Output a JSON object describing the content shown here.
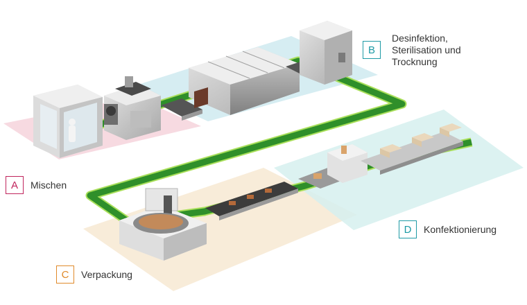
{
  "zones": {
    "a": {
      "letter": "A",
      "label": "Mischen"
    },
    "b": {
      "letter": "B",
      "line1": "Desinfektion,",
      "line2": "Sterilisation und",
      "line3": "Trocknung"
    },
    "c": {
      "letter": "C",
      "label": "Verpackung"
    },
    "d": {
      "letter": "D",
      "label": "Konfektionierung"
    }
  },
  "colors": {
    "zone_a": "#f6d3dc",
    "zone_b": "#cfeaf0",
    "zone_c": "#f7ead5",
    "zone_d": "#d6f0ef",
    "path": "#2f8f2a",
    "path_edge": "#a9df5a",
    "badge_a": "#c0245c",
    "badge_b": "#1d9aa5",
    "badge_c": "#e08a2a",
    "badge_d": "#1d9aa5"
  }
}
